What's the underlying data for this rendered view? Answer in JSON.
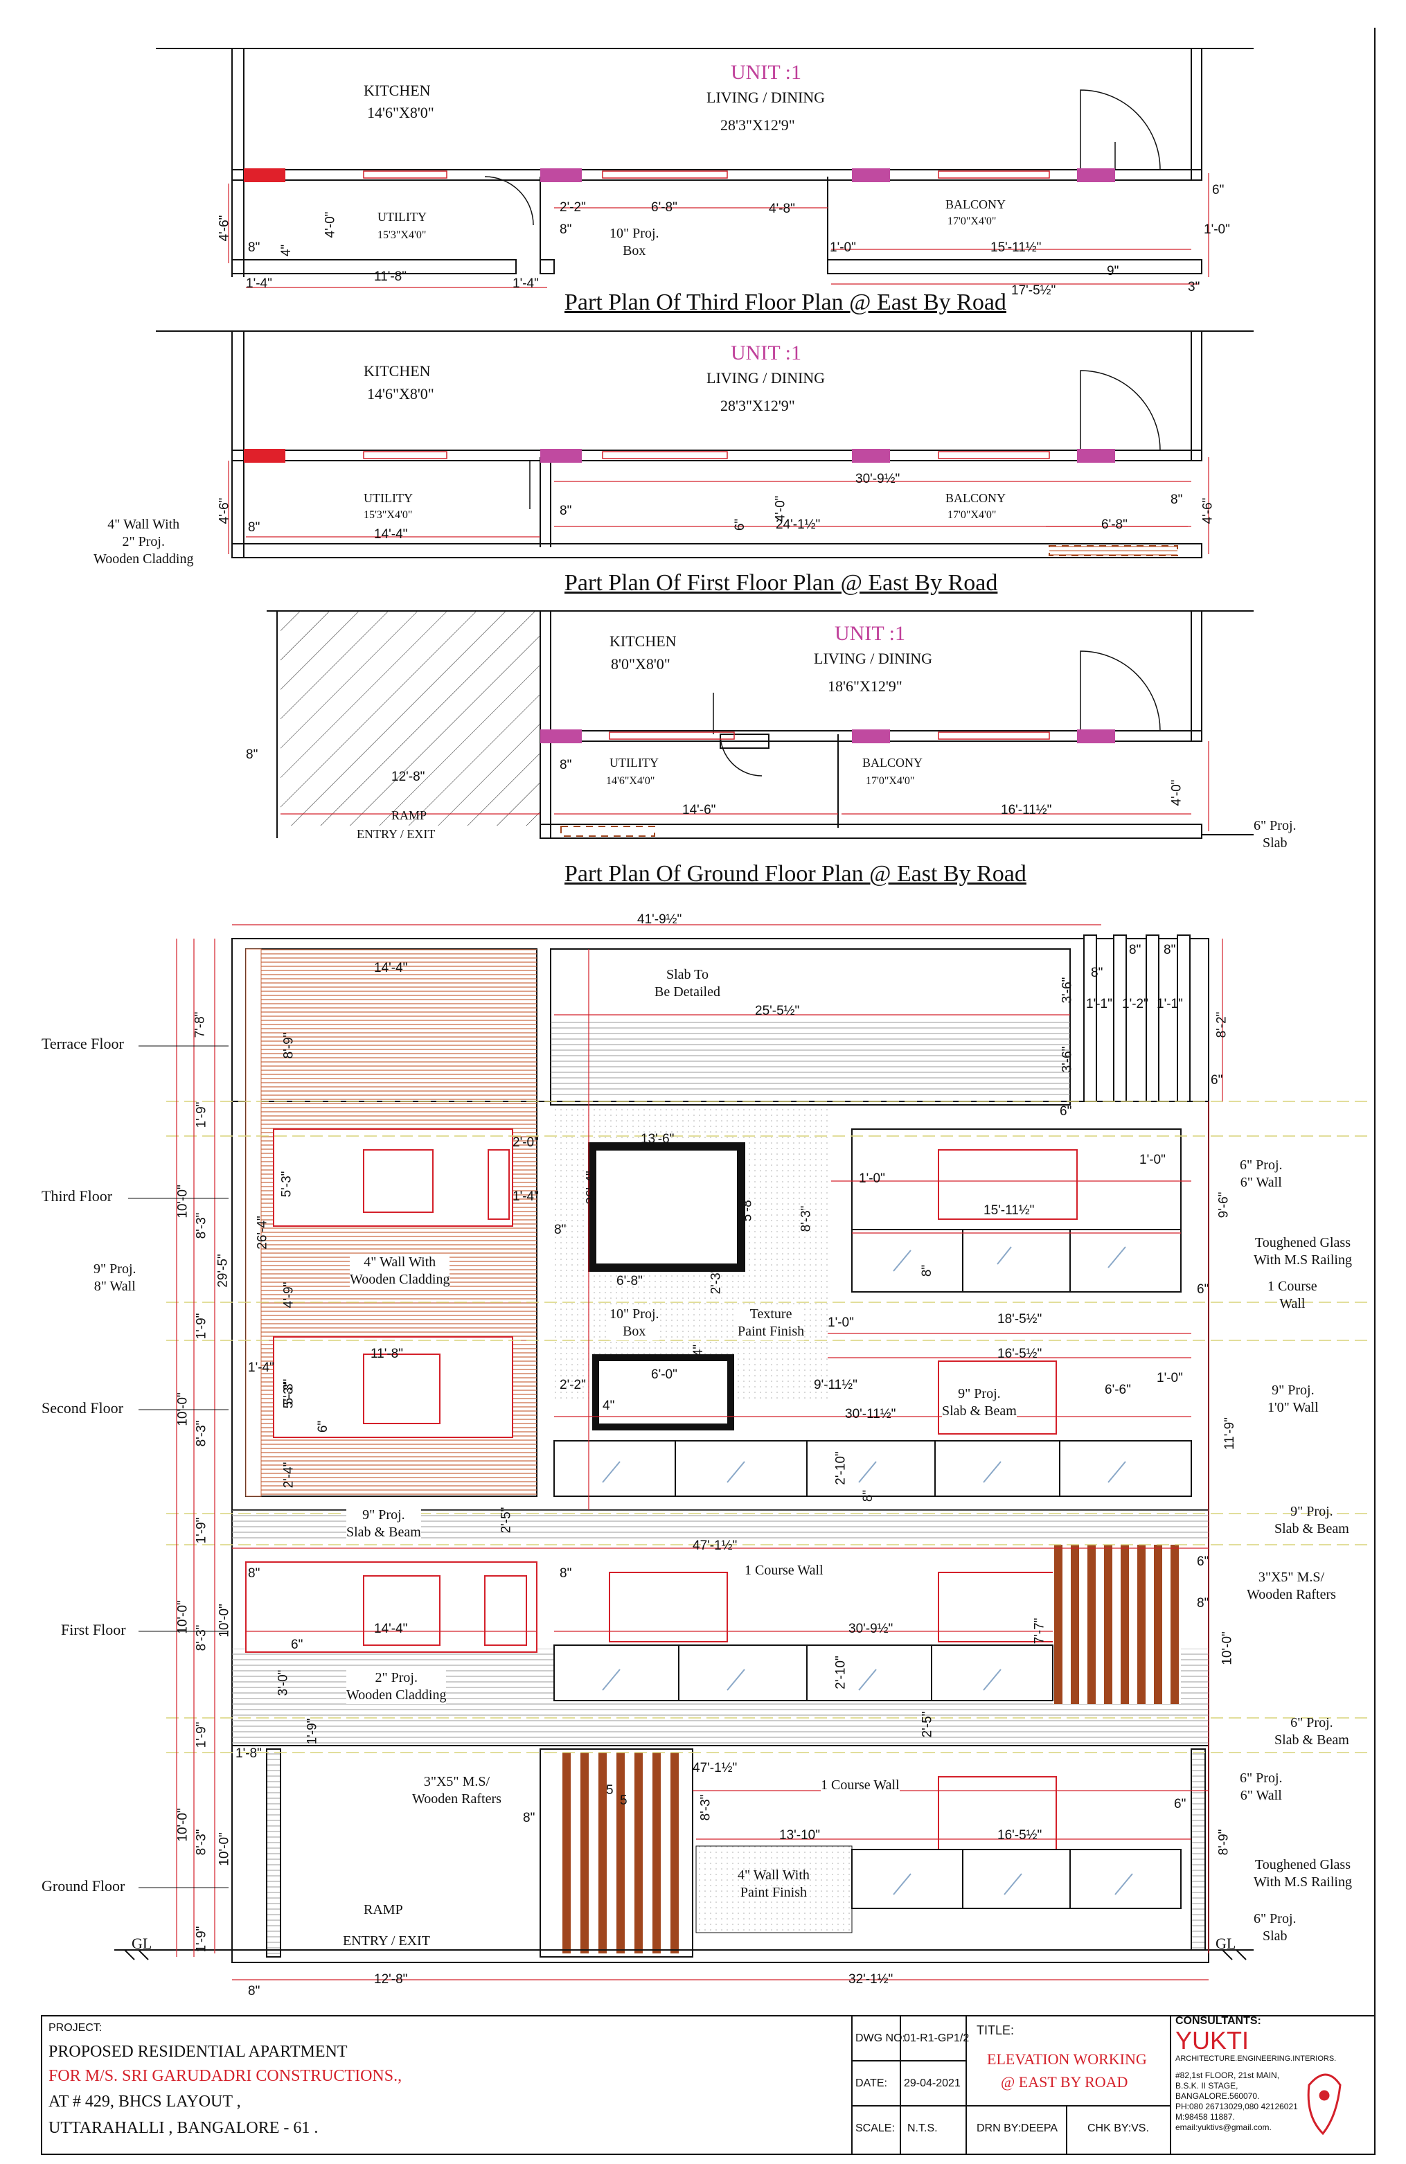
{
  "plans": [
    {
      "title": "Part Plan Of Third Floor Plan @ East By Road",
      "unit": "UNIT :1",
      "rooms": [
        {
          "name": "KITCHEN",
          "size": "14'6\"X8'0\""
        },
        {
          "name": "LIVING / DINING",
          "size": "28'3\"X12'9\""
        },
        {
          "name": "UTILITY",
          "size": "15'3\"X4'0\""
        },
        {
          "name": "BALCONY",
          "size": "17'0\"X4'0\""
        }
      ],
      "notes": [
        "10\" Proj.\nBox"
      ],
      "dims": [
        "4'-6\"",
        "4'-0\"",
        "8\"",
        "4\"",
        "1'-4\"",
        "11'-8\"",
        "1'-4\"",
        "2'-2\"",
        "8\"",
        "6'-8\"",
        "4'-8\"",
        "1'-0\"",
        "15'-11½\"",
        "6\"",
        "1'-0\"",
        "9\"",
        "17'-5½\"",
        "3\""
      ]
    },
    {
      "title": "Part Plan Of First Floor Plan @ East By Road",
      "unit": "UNIT :1",
      "rooms": [
        {
          "name": "KITCHEN",
          "size": "14'6\"X8'0\""
        },
        {
          "name": "LIVING / DINING",
          "size": "28'3\"X12'9\""
        },
        {
          "name": "UTILITY",
          "size": "15'3\"X4'0\""
        },
        {
          "name": "BALCONY",
          "size": "17'0\"X4'0\""
        }
      ],
      "notes": [
        "4\" Wall With\n2\" Proj.\nWooden Cladding"
      ],
      "dims": [
        "4'-6\"",
        "8\"",
        "14'-4\"",
        "8\"",
        "30'-9½\"",
        "4'-0\"",
        "6\"",
        "24'-1½\"",
        "6'-8\"",
        "8\"",
        "4'-6\""
      ]
    },
    {
      "title": "Part Plan Of Ground Floor Plan @ East By Road",
      "unit": "UNIT :1",
      "rooms": [
        {
          "name": "KITCHEN",
          "size": "8'0\"X8'0\""
        },
        {
          "name": "LIVING / DINING",
          "size": "18'6\"X12'9\""
        },
        {
          "name": "UTILITY",
          "size": "14'6\"X4'0\""
        },
        {
          "name": "BALCONY",
          "size": "17'0\"X4'0\""
        },
        {
          "name": "RAMP",
          "size": "ENTRY / EXIT"
        }
      ],
      "notes": [
        "6\" Proj.\nSlab"
      ],
      "dims": [
        "8\"",
        "12'-8\"",
        "8\"",
        "14'-6\"",
        "16'-11½\"",
        "4'-0\""
      ]
    }
  ],
  "elevation": {
    "levels": [
      "Terrace Floor",
      "Third Floor",
      "Second Floor",
      "First Floor",
      "Ground Floor"
    ],
    "left_notes": [
      "9\" Proj.\n8\" Wall"
    ],
    "right_notes": [
      "6\" Proj.\n6\" Wall",
      "Toughened Glass\nWith M.S Railing",
      "1 Course\nWall",
      "9\" Proj.\n1'0\" Wall",
      "9\" Proj.\nSlab & Beam",
      "3\"X5\" M.S/\nWooden Rafters",
      "6\" Proj.\nSlab & Beam",
      "6\" Proj.\n6\" Wall",
      "Toughened Glass\nWith M.S Railing",
      "6\" Proj.\nSlab"
    ],
    "inner_notes": [
      "Slab To\nBe Detailed",
      "4\" Wall With\nWooden Cladding",
      "10\" Proj.\nBox",
      "Texture\nPaint Finish",
      "9\" Proj.\nSlab & Beam",
      "9\" Proj.\nSlab & Beam",
      "1 Course Wall",
      "2\" Proj.\nWooden Cladding",
      "3\"X5\" M.S/\nWooden Rafters",
      "1 Course Wall",
      "4\" Wall With\nPaint Finish",
      "RAMP",
      "ENTRY / EXIT"
    ],
    "gl": "GL",
    "dims_left": [
      "7'-8\"",
      "1'-9\"",
      "10'-0\"",
      "8'-3\"",
      "29'-5\"",
      "26'-4\"",
      "1'-9\"",
      "10'-0\"",
      "8'-3\"",
      "1'-9\"",
      "10'-0\"",
      "8'-3\"",
      "10'-0\"",
      "1'-9\"",
      "10'-0\"",
      "8'-3\"",
      "10'-0\"",
      "1'-9\"",
      "8\""
    ],
    "dims_inner": [
      "41'-9½\"",
      "14'-4\"",
      "8'-9\"",
      "25'-5½\"",
      "3'-6\"",
      "3'-6\"",
      "1'-1\"",
      "1'-2\"",
      "1'-1\"",
      "8\"",
      "8\"",
      "8\"",
      "8'-2\"",
      "6\"",
      "6\"",
      "2'-0\"",
      "13'-6\"",
      "26'-4\"",
      "5'-3\"",
      "1'-4\"",
      "8\"",
      "5'-8\"",
      "8'-3\"",
      "1'-0\"",
      "1'-0\"",
      "15'-11½\"",
      "9'-6\"",
      "6'-8\"",
      "2'-3\"",
      "8\"",
      "4'-9\"",
      "6\"",
      "18'-5½\"",
      "11'-8\"",
      "4\"",
      "1'-0\"",
      "16'-5½\"",
      "1'-4\"",
      "5'-3\"",
      "2'-2\"",
      "6'-0\"",
      "9'-11½\"",
      "1'-0\"",
      "6'-6\"",
      "4\"",
      "6\"",
      "30'-11½\"",
      "11'-9\"",
      "2'-4\"",
      "5'-3\"",
      "2'-10\"",
      "8\"",
      "2'-5\"",
      "47'-1½\"",
      "6\"",
      "8\"",
      "8\"",
      "14'-4\"",
      "7'-7\"",
      "8\"",
      "30'-9½\"",
      "6\"",
      "10'-0\"",
      "3'-0\"",
      "2'-10\"",
      "1'-9\"",
      "2'-5\"",
      "1'-8\"",
      "47'-1½\"",
      "5",
      "5",
      "8'-3\"",
      "8\"",
      "13'-10\"",
      "16'-5½\"",
      "6\"",
      "8'-9\"",
      "12'-8\"",
      "32'-1½\""
    ]
  },
  "title_block": {
    "project_label": "PROJECT:",
    "project_name": "PROPOSED RESIDENTIAL APARTMENT",
    "client": "FOR  M/S. SRI GARUDADRI CONSTRUCTIONS.,",
    "address_1": "AT # 429, BHCS LAYOUT  ,",
    "address_2": "UTTARAHALLI  , BANGALORE - 61 .",
    "dwg_no_label": "DWG NO:",
    "dwg_no": "01-R1-GP1/2",
    "date_label": "DATE:",
    "date": "29-04-2021",
    "scale_label": "SCALE:",
    "scale": "N.T.S.",
    "title_label": "TITLE:",
    "title_1": "ELEVATION WORKING",
    "title_2": "@ EAST BY ROAD",
    "drn_by": "DRN BY:DEEPA",
    "chk_by": "CHK BY:VS.",
    "consultants_label": "CONSULTANTS:",
    "consultant_name": "YUKTI",
    "consultant_tagline": "ARCHITECTURE.ENGINEERING.INTERIORS.",
    "consultant_address": [
      "#82,1st FLOOR, 21st MAIN,",
      "B.S.K. II STAGE,",
      "BANGALORE.560070.",
      "PH:080 26713029,080 42126021",
      "M:98458 11887.",
      "email:yuktivs@gmail.com."
    ]
  },
  "colors": {
    "line": "#111111",
    "dim": "#d4202a",
    "unit": "#c0409a",
    "column": "#c04aa0",
    "red_block": "#e0202a",
    "cladding": "#c8643c",
    "rafter": "#a0461e",
    "glass": "#8aa8c8"
  }
}
